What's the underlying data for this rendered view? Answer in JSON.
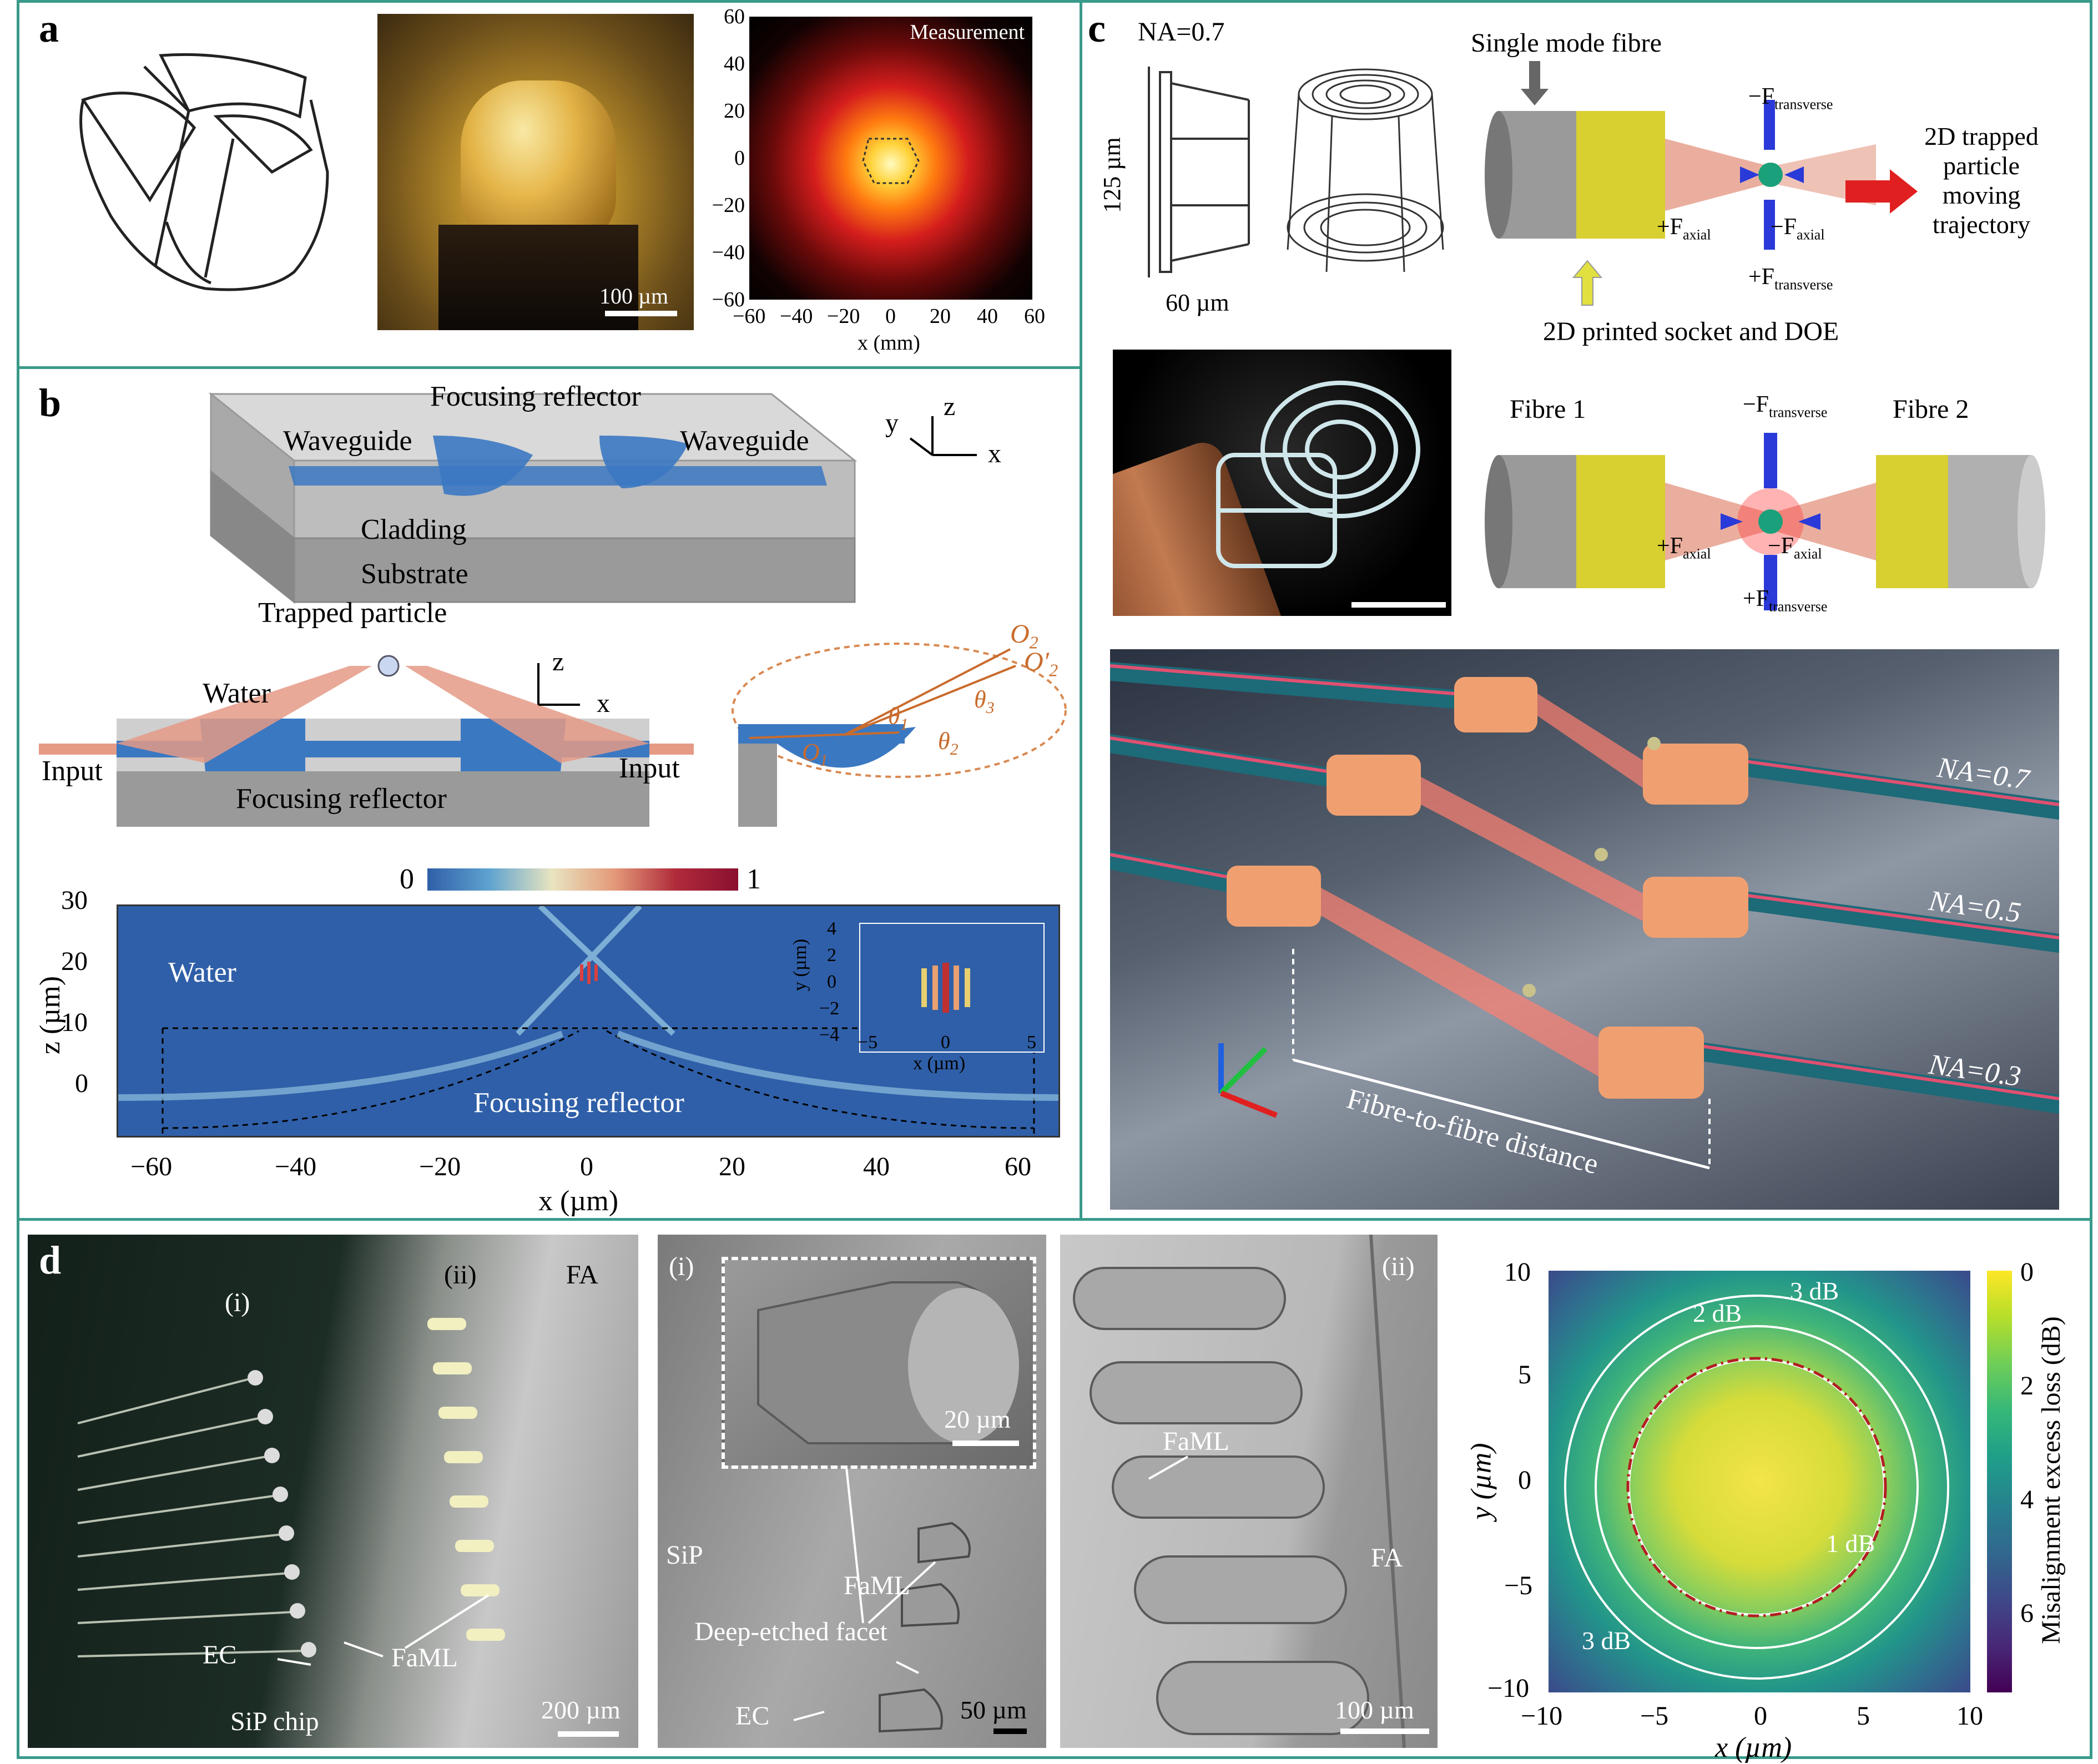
{
  "panels": {
    "a": {
      "label": "a",
      "photo_scale": "100 µm",
      "plot": {
        "title": "Measurement",
        "xlabel": "x (mm)",
        "xticks": [
          "−60",
          "−40",
          "−20",
          "0",
          "20",
          "40",
          "60"
        ],
        "yticks": [
          "60",
          "40",
          "20",
          "0",
          "−20",
          "−40",
          "−60"
        ]
      }
    },
    "b": {
      "label": "b",
      "schematic": {
        "focusing_reflector": "Focusing reflector",
        "waveguide_left": "Waveguide",
        "waveguide_right": "Waveguide",
        "cladding": "Cladding",
        "substrate": "Substrate",
        "axis_y": "y",
        "axis_z": "z",
        "axis_x": "x"
      },
      "cross_section": {
        "trapped_particle": "Trapped particle",
        "water": "Water",
        "input_left": "Input",
        "input_right": "Input",
        "focusing_reflector": "Focusing reflector",
        "axis_z": "z",
        "axis_x": "x"
      },
      "geometry": {
        "O2": "O",
        "O2_sub": "2",
        "O2p": "O′",
        "O2p_sub": "2",
        "O1": "O",
        "O1_sub": "1",
        "theta1": "θ",
        "theta1_sub": "1",
        "theta2": "θ",
        "theta2_sub": "2",
        "theta3": "θ",
        "theta3_sub": "3"
      },
      "field_plot": {
        "colorbar_min": "0",
        "colorbar_max": "1",
        "water": "Water",
        "focusing_reflector": "Focusing reflector",
        "xlabel": "x (µm)",
        "ylabel": "z (µm)",
        "xticks": [
          "−60",
          "−40",
          "−20",
          "0",
          "20",
          "40",
          "60"
        ],
        "yticks": [
          "30",
          "20",
          "10",
          "0"
        ],
        "inset": {
          "xlabel": "x (µm)",
          "ylabel": "y (µm)",
          "xticks": [
            "−5",
            "0",
            "5"
          ],
          "yticks": [
            "4",
            "2",
            "0",
            "−2",
            "−4"
          ]
        }
      }
    },
    "c": {
      "label": "c",
      "na": "NA=0.7",
      "dim_height": "125 µm",
      "dim_width": "60 µm",
      "single_mode_fibre": "Single mode fibre",
      "printed_socket": "2D printed socket and DOE",
      "trajectory": "2D trapped particle moving trajectory",
      "f_transverse_minus": "−F",
      "f_transverse_plus": "+F",
      "f_axial_plus": "+F",
      "f_axial_minus": "−F",
      "sub_transverse": "transverse",
      "sub_axial": "axial",
      "fibre1": "Fibre 1",
      "fibre2": "Fibre 2",
      "render": {
        "na_07": "NA=0.7",
        "na_05": "NA=0.5",
        "na_03": "NA=0.3",
        "distance": "Fibre-to-fibre distance"
      }
    },
    "d": {
      "label": "d",
      "photo1": {
        "i": "(i)",
        "ii": "(ii)",
        "fa": "FA",
        "ec": "EC",
        "faml": "FaML",
        "sip_chip": "SiP chip",
        "scale": "200 µm"
      },
      "sem1": {
        "i": "(i)",
        "inset_scale": "20 µm",
        "sip": "SiP",
        "faml": "FaML",
        "facet": "Deep-etched facet",
        "ec": "EC",
        "scale": "50 µm"
      },
      "sem2": {
        "ii": "(ii)",
        "faml": "FaML",
        "fa": "FA",
        "scale": "100 µm"
      },
      "contour": {
        "xlabel": "x (µm)",
        "ylabel": "y (µm)",
        "xticks": [
          "−10",
          "−5",
          "0",
          "5",
          "10"
        ],
        "yticks": [
          "10",
          "5",
          "0",
          "−5",
          "−10"
        ],
        "colorbar_label": "Misalignment excess loss (dB)",
        "colorbar_ticks": [
          "0",
          "2",
          "4",
          "6"
        ],
        "contours": [
          "1 dB",
          "2 dB",
          "3 dB",
          "3 dB"
        ]
      }
    }
  },
  "colors": {
    "frame": "#3a9a8a",
    "blue_waveguide": "#3b78c2",
    "beam": "#e59a86",
    "yellow": "#e9e04a",
    "viridis_dark": "#440154"
  }
}
